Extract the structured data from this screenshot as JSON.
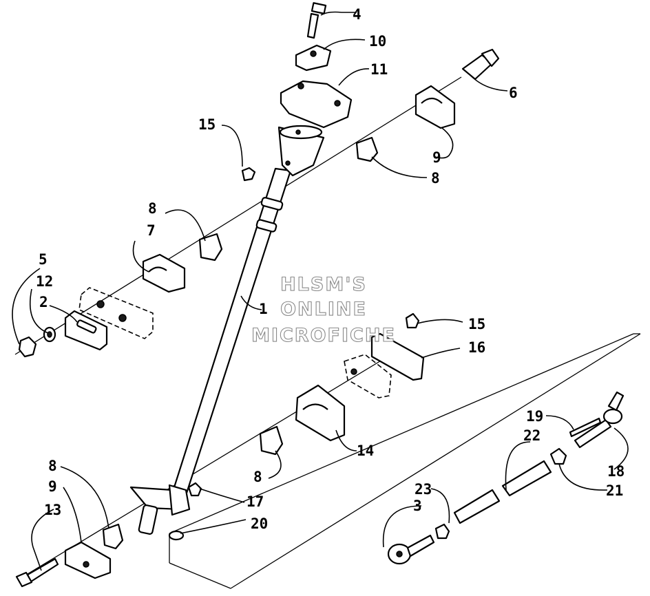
{
  "watermark": {
    "line1": "HLSM'S",
    "line2": "ONLINE",
    "line3": "MICROFICHE"
  },
  "callouts": {
    "c1": "1",
    "c2": "2",
    "c3": "3",
    "c4": "4",
    "c5": "5",
    "c6": "6",
    "c7": "7",
    "c8a": "8",
    "c8b": "8",
    "c8c": "8",
    "c8d": "8",
    "c9a": "9",
    "c9b": "9",
    "c10": "10",
    "c11": "11",
    "c12": "12",
    "c13": "13",
    "c14": "14",
    "c15a": "15",
    "c15b": "15",
    "c16": "16",
    "c17": "17",
    "c18": "18",
    "c19": "19",
    "c20": "20",
    "c21": "21",
    "c22": "22",
    "c23": "23"
  }
}
